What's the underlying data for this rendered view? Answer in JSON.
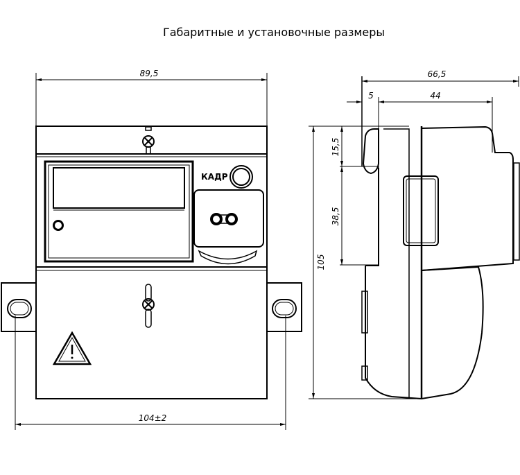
{
  "title": "Габаритные и установочные размеры",
  "front_view": {
    "width_dim": "89,5",
    "mount_dim": "104±2",
    "button_label": "КАДР"
  },
  "side_view": {
    "depth_dim": "66,5",
    "offset_dim": "5",
    "body_depth_dim": "44",
    "height_dim": "105",
    "top_dim": "15,5",
    "rail_dim": "38,5"
  }
}
